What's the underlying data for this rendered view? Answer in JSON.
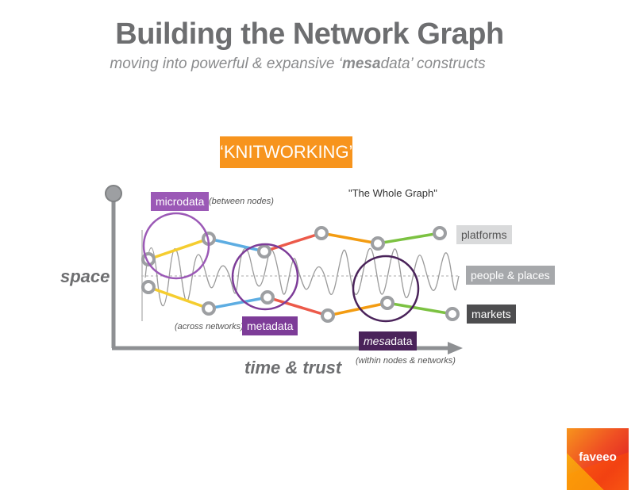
{
  "header": {
    "title": "Building the Network Graph",
    "subtitle_pre": "moving into powerful & expansive ‘",
    "subtitle_bold": "mesa",
    "subtitle_post": "data’ constructs"
  },
  "badge": {
    "label": "‘KNITWORKING’",
    "color": "#f7941d"
  },
  "annotation": {
    "whole_graph": "\"The Whole Graph\""
  },
  "axes": {
    "y_label": "space",
    "x_label": "time & trust"
  },
  "layers": {
    "microdata": {
      "label": "microdata",
      "note": "(between nodes)",
      "color": "#9b59b6"
    },
    "metadata": {
      "label": "metadata",
      "note": "(across networks)",
      "color": "#7d3c98"
    },
    "mesadata": {
      "label_bold": "mesa",
      "label_rest": "data",
      "note": "(within nodes & networks)",
      "color": "#4a235a"
    }
  },
  "series_labels": {
    "platforms": "platforms",
    "people": "people & places",
    "markets": "markets"
  },
  "colors": {
    "yellow": "#f5cd2f",
    "blue": "#5dade2",
    "red": "#ec5a4a",
    "orange": "#f39c12",
    "green": "#7cc242",
    "node": "#9d9fa2",
    "axis": "#8e9093"
  },
  "logo": {
    "text": "faveeo"
  }
}
